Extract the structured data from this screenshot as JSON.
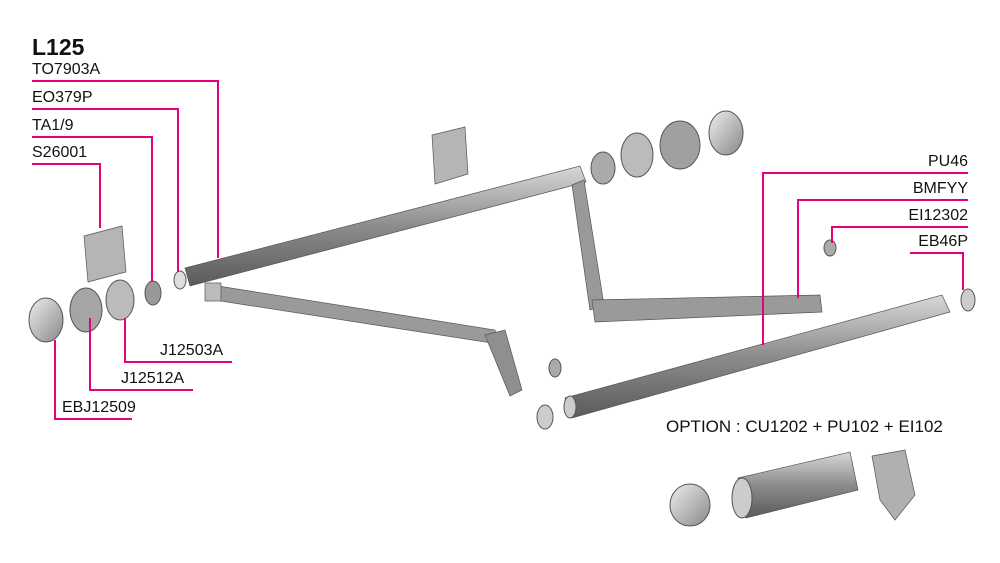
{
  "title": "L125",
  "colors": {
    "leader": "#e6007e",
    "part": "#8a8a8a"
  },
  "labels_left": [
    "TO7903A",
    "EO379P",
    "TA1/9",
    "S26001"
  ],
  "labels_bottom_left": [
    "J12503A",
    "J12512A",
    "EBJ12509"
  ],
  "labels_right": [
    "PU46",
    "BMFYY",
    "EI12302",
    "EB46P"
  ],
  "option": "OPTION : CU1202 + PU102 + EI102"
}
